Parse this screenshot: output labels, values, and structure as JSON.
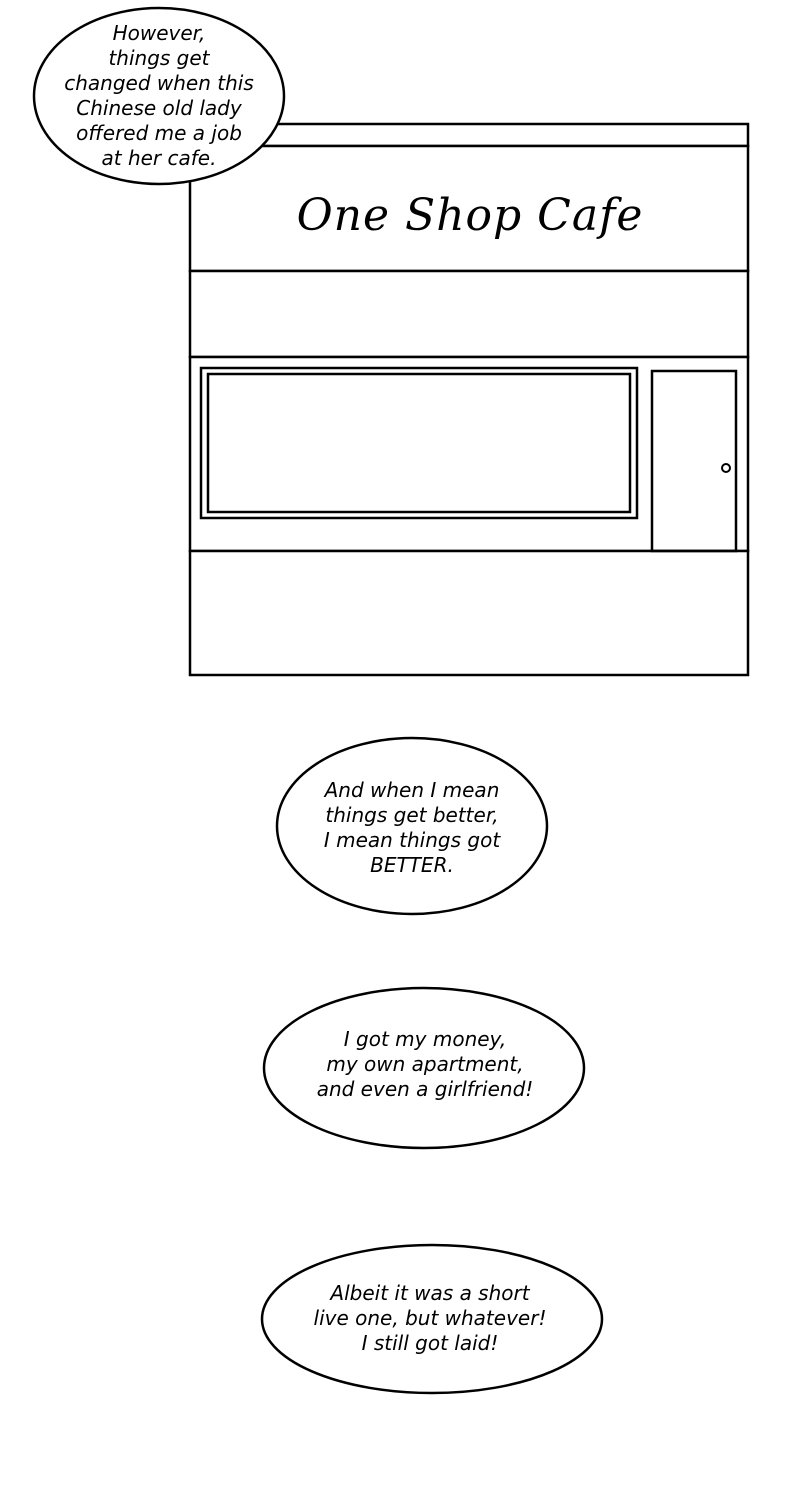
{
  "shop": {
    "sign": "One Shop Cafe"
  },
  "bubbles": [
    {
      "text": "However,\nthings get\nchanged when this\nChinese old lady\noffered me a job\nat her cafe."
    },
    {
      "text": "And when I mean\nthings get better,\nI mean things got\nBETTER."
    },
    {
      "text": "I got my money,\nmy own apartment,\nand even a girlfriend!"
    },
    {
      "text": "Albeit it was a short\nlive one, but whatever!\nI still got laid!"
    }
  ],
  "colors": {
    "ink": "#000000",
    "paper": "#ffffff"
  }
}
